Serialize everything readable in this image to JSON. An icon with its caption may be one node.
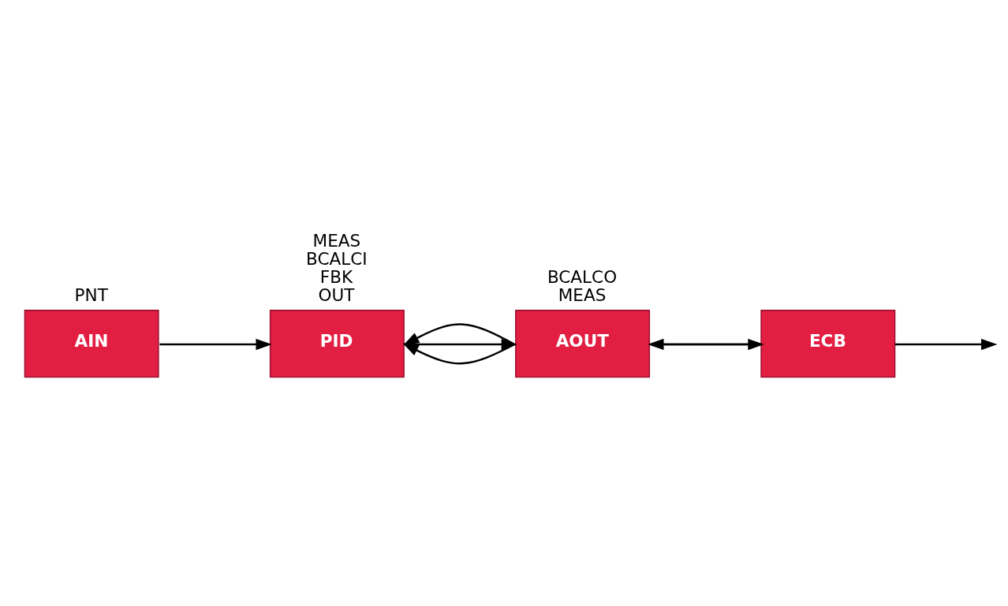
{
  "diagram": {
    "nodes": [
      {
        "text": [
          "AIN"
        ],
        "beside": [
          "PNT"
        ]
      },
      {
        "text": [
          "PID"
        ],
        "beside": [
          "MEAS",
          "BCALCI",
          "FBK",
          "OUT"
        ]
      },
      {
        "text": [
          "ECB"
        ]
      },
      {
        "text": [
          "AOUT"
        ],
        "beside": [
          "BCALCO",
          "MEAS"
        ]
      }
    ],
    "edges": [
      {
        "from": 0,
        "to": 1,
        "arrow": "to"
      },
      {
        "from": 3,
        "to": 1,
        "arrow": "to"
      },
      {
        "from": 3,
        "to": 1,
        "arrow": "to"
      },
      {
        "from": 1,
        "to": 3,
        "arrow": "to"
      },
      {
        "from": 2,
        "to": 3,
        "arrow": "to"
      },
      {
        "from": 3,
        "to": 2,
        "arrow": "to"
      },
      {
        "from": 2,
        "to": null,
        "arrow": "to"
      }
    ]
  }
}
